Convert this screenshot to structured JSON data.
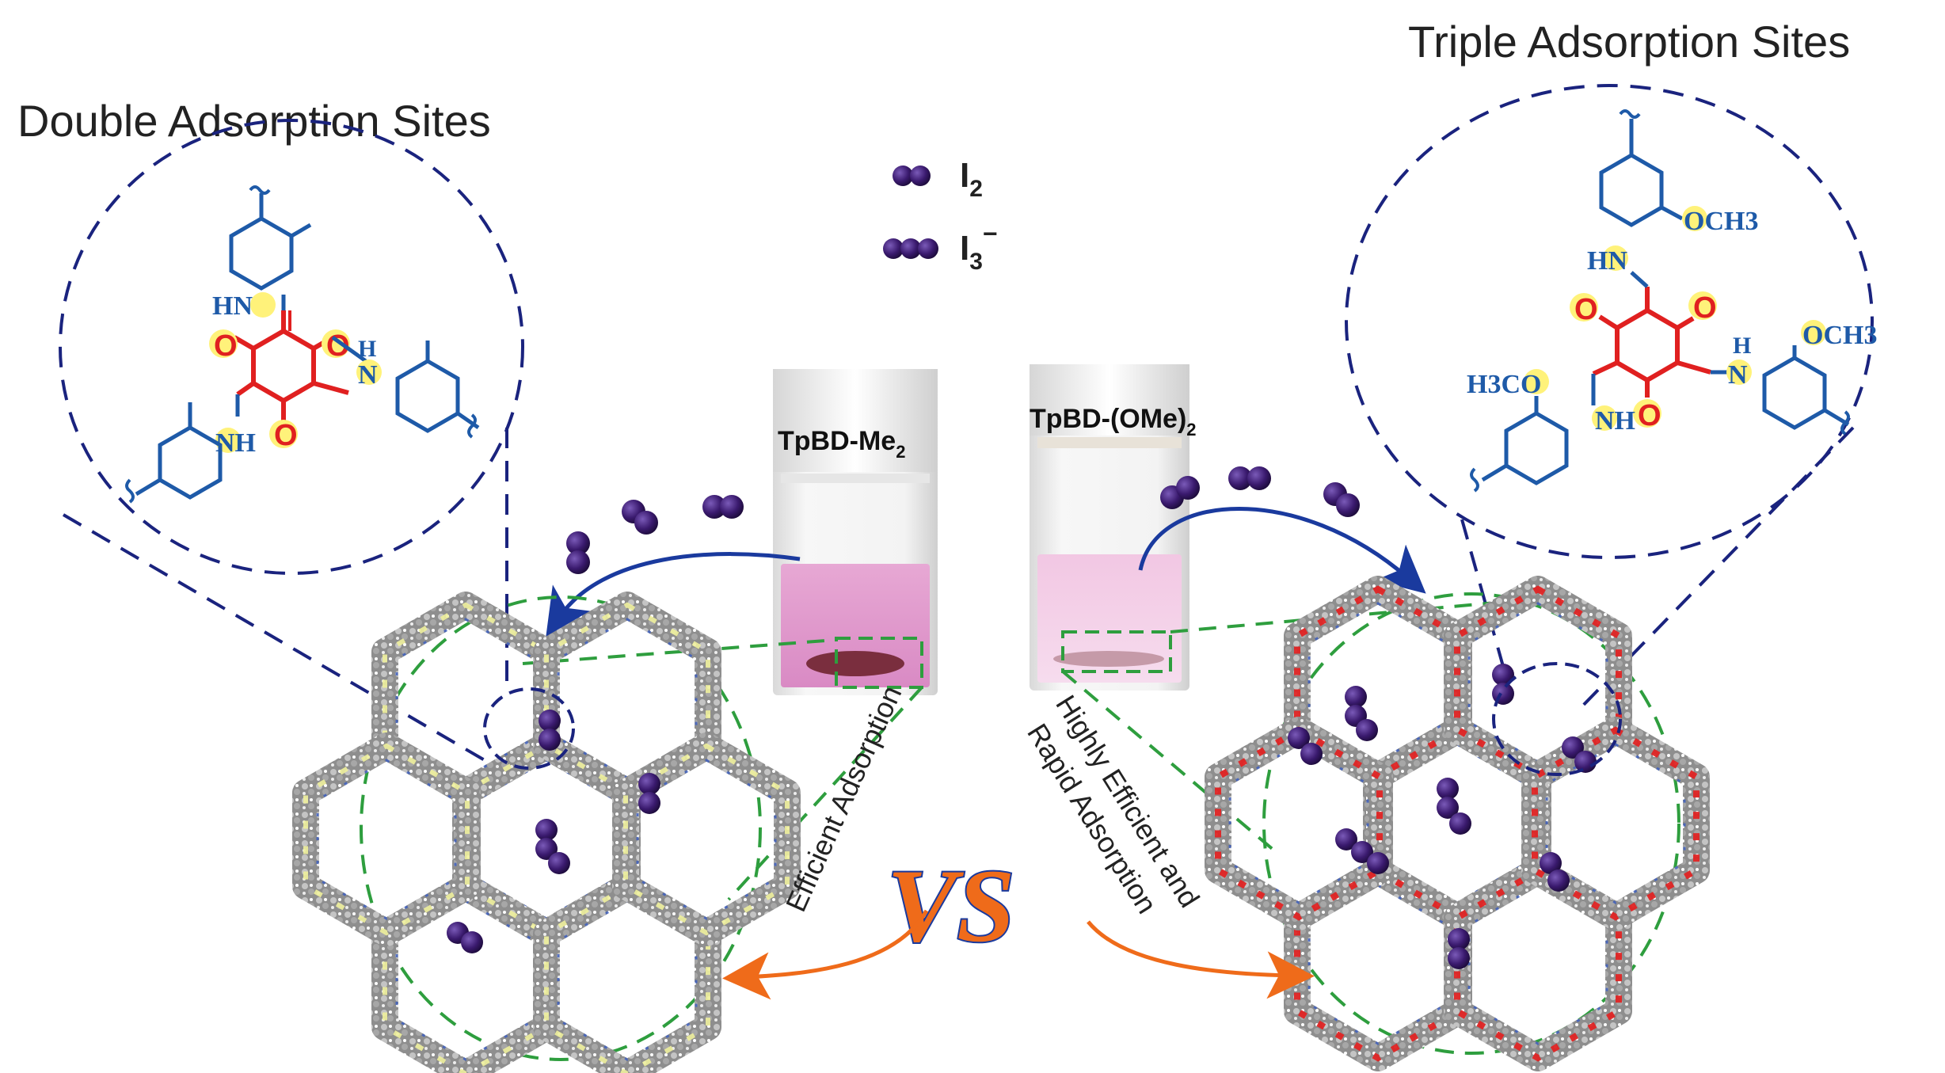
{
  "titles": {
    "left": "Double Adsorption Sites",
    "right": "Triple Adsorption Sites"
  },
  "legend": [
    {
      "formula": "I",
      "sub": "2",
      "sup": ""
    },
    {
      "formula": "I",
      "sub": "3",
      "sup": "−"
    }
  ],
  "vials": {
    "left_label": {
      "main": "TpBD-Me",
      "sub": "2",
      "tail": ""
    },
    "right_label": {
      "main": "TpBD-(OMe)",
      "sub": "2",
      "tail": ""
    }
  },
  "process_labels": {
    "left": "Efficient Adsorption",
    "right_line1": "Highly Efficient and",
    "right_line2": "Rapid Adsorption"
  },
  "vs": "VS",
  "structure_left": {
    "oxygen": "O",
    "nh": "NH",
    "hn": "HN",
    "n": "N",
    "h": "H"
  },
  "structure_right": {
    "oxygen": "O",
    "och3": "OCH3",
    "h3co": "H3CO",
    "hn": "HN",
    "nh": "NH",
    "n": "N",
    "h": "H"
  },
  "colors": {
    "blue_ring": "#1e5aa8",
    "red_core": "#e02020",
    "iodine": "#3a1a6e",
    "dashed_navy": "#1a237e",
    "dashed_green": "#2e9e3e",
    "orange_arrow": "#ef6b1a",
    "pink_liquid": "#e9a6d2",
    "highlight": "#fff27a"
  }
}
